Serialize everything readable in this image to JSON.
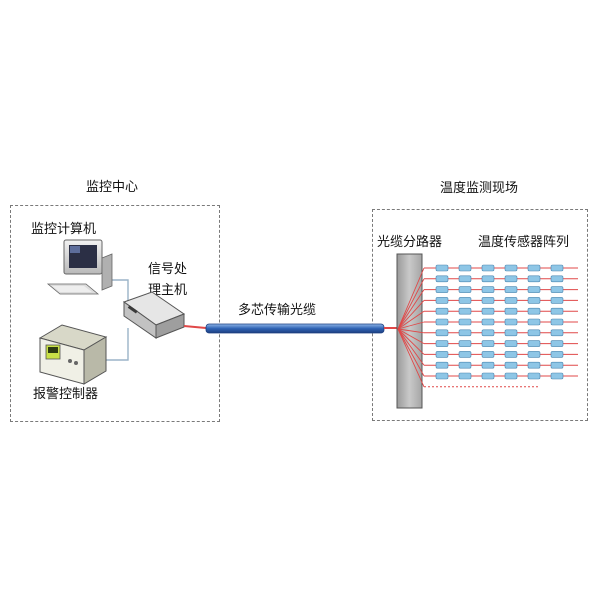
{
  "control_center": {
    "title": "监控中心",
    "computer_label": "监控计算机",
    "host_label_line1": "信号处",
    "host_label_line2": "理主机",
    "alarm_label": "报警控制器"
  },
  "cable": {
    "label": "多芯传输光缆",
    "color": "#3f78c8"
  },
  "field_site": {
    "title": "温度监测现场",
    "splitter_label": "光缆分路器",
    "sensor_array_label": "温度传感器阵列",
    "fiber_color": "#e04848",
    "sensor_color": "#8ec6e6"
  }
}
